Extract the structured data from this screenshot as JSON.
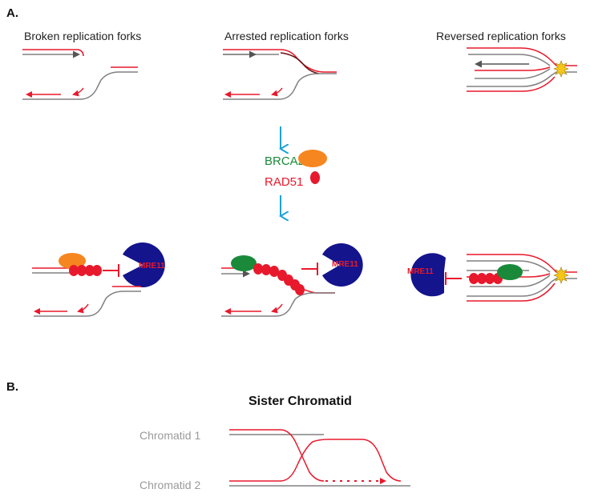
{
  "panel_a": {
    "label": "A.",
    "forks": [
      {
        "label": "Broken replication forks"
      },
      {
        "label": "Arrested replication forks"
      },
      {
        "label": "Reversed replication forks"
      }
    ],
    "proteins": {
      "brca2": {
        "label": "BRCA2",
        "color": "#1a8a3a",
        "shape_color": "#f6861f"
      },
      "rad51": {
        "label": "RAD51",
        "color": "#e8192c",
        "shape_color": "#e8192c"
      },
      "mre11": {
        "label": "MRE11",
        "color": "#e8192c",
        "shape_color": "#14148c"
      }
    },
    "colors": {
      "parental_strand": "#808080",
      "nascent_strand": "#e8192c",
      "arrow": "#1aa3d9",
      "brca2_bound_green": "#1a8a3a",
      "damage_star": "#f5c518"
    }
  },
  "panel_b": {
    "label": "B.",
    "title": "Sister Chromatid",
    "chromatid_1": "Chromatid 1",
    "chromatid_2": "Chromatid 2"
  }
}
